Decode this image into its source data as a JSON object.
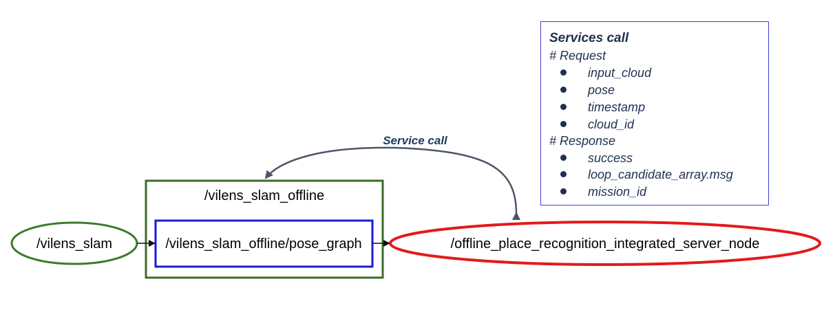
{
  "nodes": {
    "vilens_slam": "/vilens_slam",
    "group_title": "/vilens_slam_offline",
    "pose_graph": "/vilens_slam_offline/pose_graph",
    "server_node": "/offline_place_recognition_integrated_server_node"
  },
  "service_call_label": "Service call",
  "note": {
    "title": "Services call",
    "request_heading": "# Request",
    "request_items": [
      "input_cloud",
      "pose",
      "timestamp",
      "cloud_id"
    ],
    "response_heading": "# Response",
    "response_items": [
      "success",
      "loop_candidate_array.msg",
      "mission_id"
    ]
  },
  "colors": {
    "vilens_slam_border": "#3d7a2a",
    "group_border": "#3d6b2a",
    "pose_graph_border": "#1a1ad6",
    "server_border": "#e31a1a",
    "service_arrow": "#4a5666",
    "note_border": "#3f3fd0"
  }
}
